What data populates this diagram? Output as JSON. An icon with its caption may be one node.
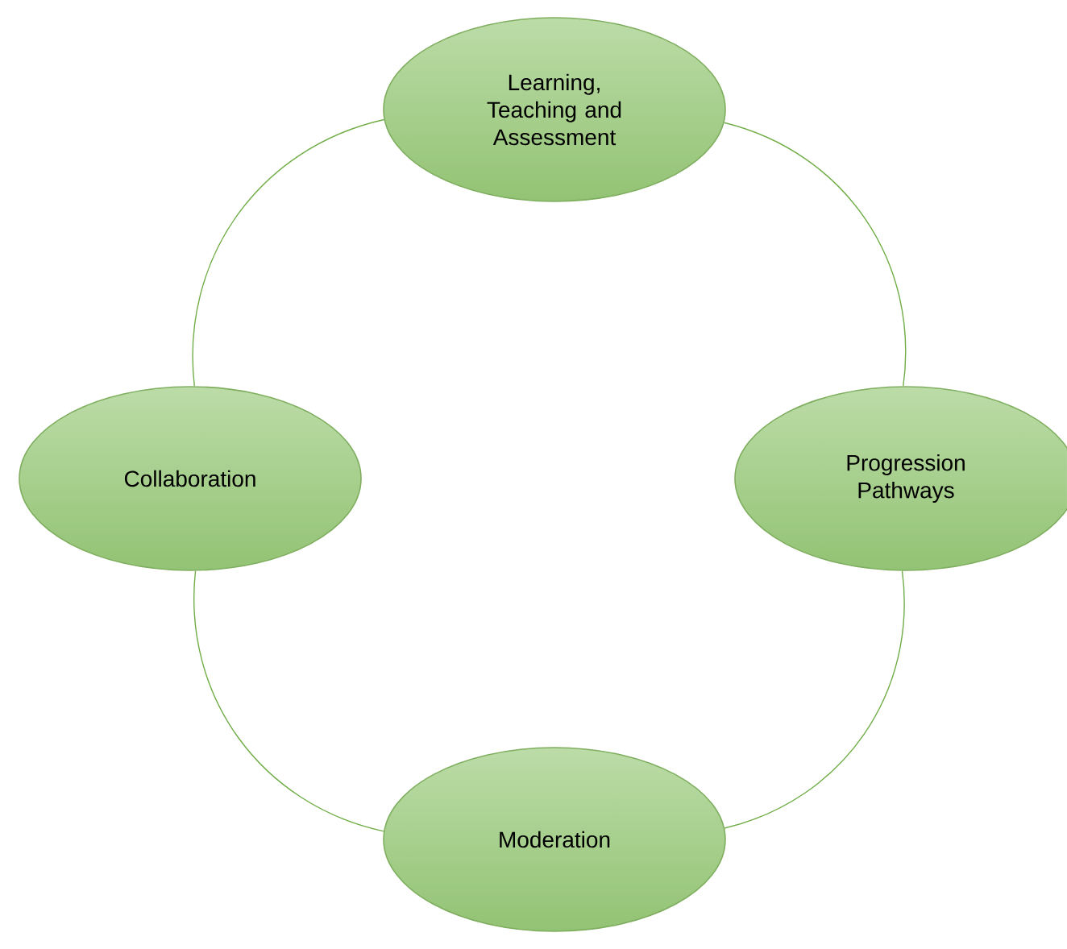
{
  "diagram": {
    "nodes": [
      {
        "text": [
          "Learning, Teaching and Assessment"
        ]
      },
      {
        "text": [
          "Collaboration"
        ]
      },
      {
        "text": [
          "Progression Pathways"
        ]
      },
      {
        "text": [
          "Moderation"
        ]
      }
    ],
    "edges": [
      {
        "from": 0,
        "to": 2,
        "arrow": "none"
      },
      {
        "from": 2,
        "to": 3,
        "arrow": "none"
      },
      {
        "from": 3,
        "to": 1,
        "arrow": "none"
      },
      {
        "from": 1,
        "to": 0,
        "arrow": "none"
      }
    ]
  }
}
